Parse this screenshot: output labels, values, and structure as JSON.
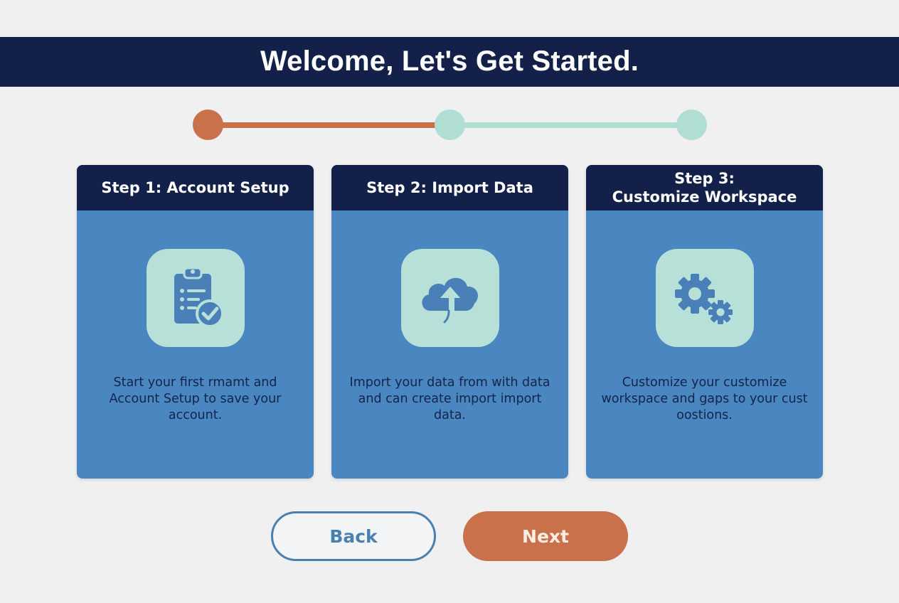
{
  "header": {
    "title": "Welcome, Let's Get Started."
  },
  "progress": {
    "current_step": 1,
    "total_steps": 3,
    "colors": {
      "complete": "#c8714a",
      "pending": "#b0ddd4"
    },
    "steps": [
      {
        "index": 1,
        "state": "active"
      },
      {
        "index": 2,
        "state": "pending"
      },
      {
        "index": 3,
        "state": "pending"
      }
    ]
  },
  "cards": [
    {
      "title": "Step 1: Account Setup",
      "title_lines": [
        "Step 1: Account Setup"
      ],
      "icon": "clipboard-check-icon",
      "description": "Start your first rmamt and Account Setup to save your account."
    },
    {
      "title": "Step 2: Import Data",
      "title_lines": [
        "Step 2: Import Data"
      ],
      "icon": "cloud-upload-icon",
      "description": "Import your data from with data and can create import import data."
    },
    {
      "title": "Step 3: Customize Workspace",
      "title_lines": [
        "Step 3:",
        "Customize Workspace"
      ],
      "icon": "gears-icon",
      "description": "Customize your customize workspace and gaps to your cust oostions."
    }
  ],
  "buttons": {
    "back_label": "Back",
    "next_label": "Next"
  },
  "colors": {
    "navy": "#12204a",
    "card_blue": "#4a86bf",
    "icon_tile": "#b6e0d8",
    "accent_orange": "#c8714a",
    "back_outline": "#4a7fb2",
    "background": "#f0f0f0"
  }
}
